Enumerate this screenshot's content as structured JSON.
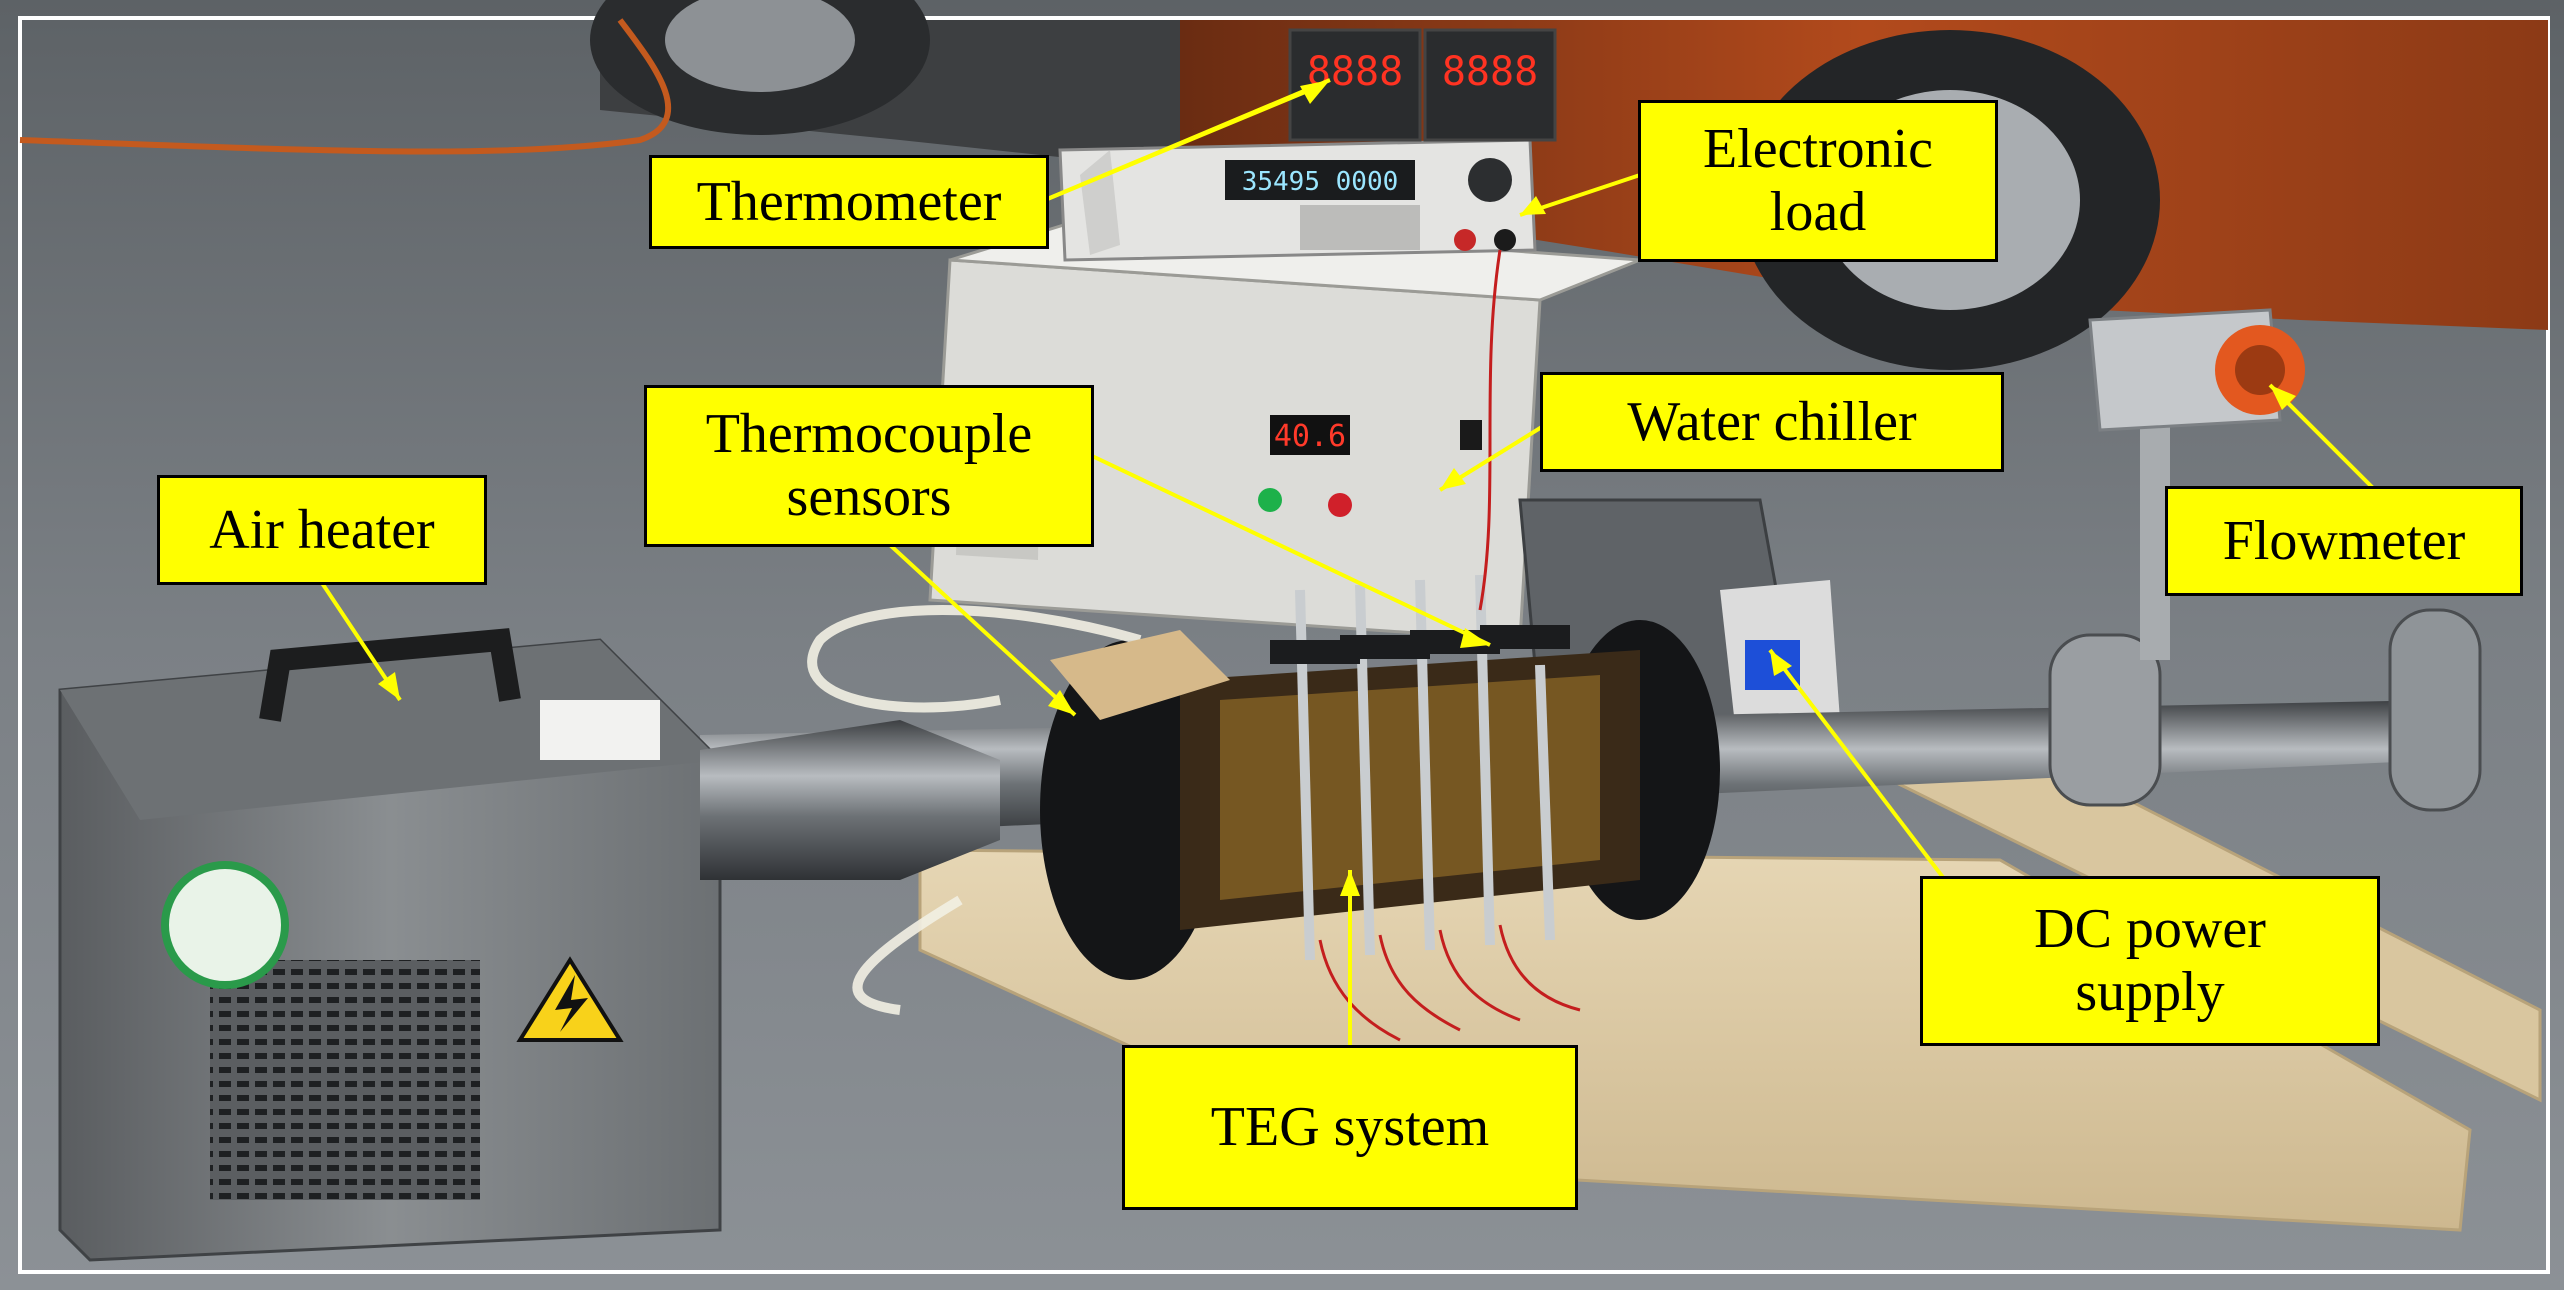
{
  "labels": {
    "thermometer": [
      "Thermometer"
    ],
    "electronic_load": [
      "Electronic",
      "load"
    ],
    "water_chiller": [
      "Water chiller"
    ],
    "thermocouple_sensors": [
      "Thermocouple",
      "sensors"
    ],
    "air_heater": [
      "Air heater"
    ],
    "flowmeter": [
      "Flowmeter"
    ],
    "dc_power_supply": [
      "DC power",
      "supply"
    ],
    "teg_system": [
      "TEG system"
    ]
  },
  "colors": {
    "callout_fill": "#ffff00",
    "callout_border": "#000000",
    "leader_line": "#ffff00"
  }
}
